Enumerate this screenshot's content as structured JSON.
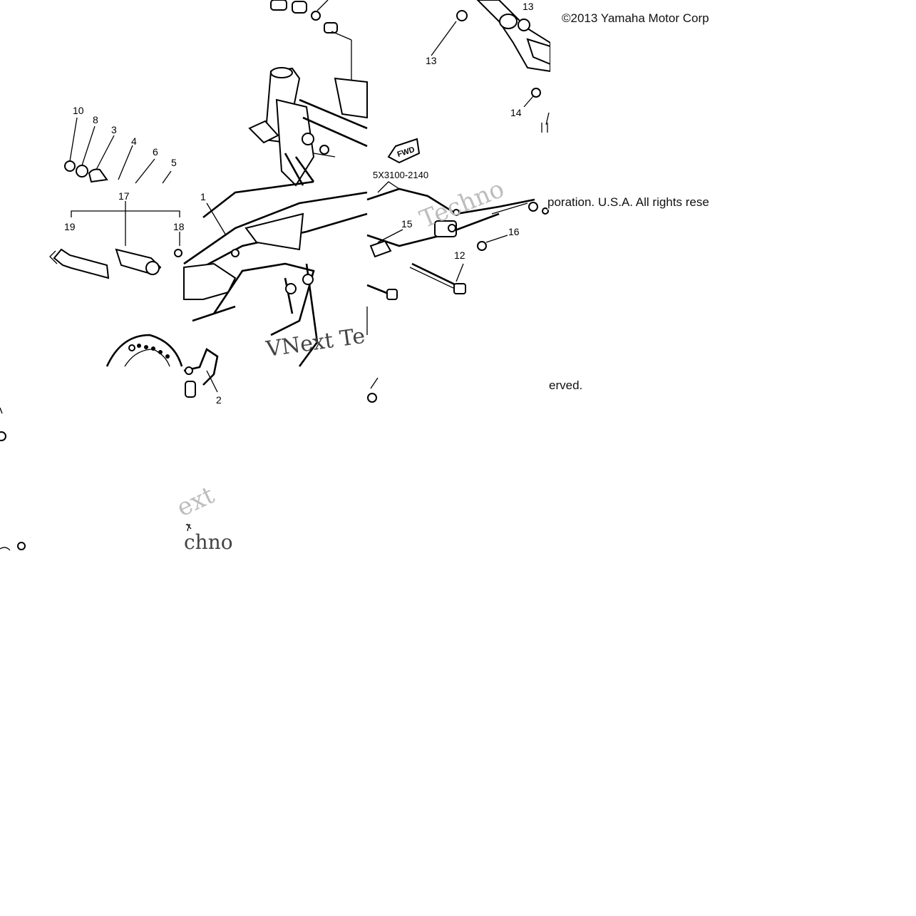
{
  "copyright": {
    "line1": "©2013 Yamaha Motor Corp",
    "line2": "poration. U.S.A. All rights rese",
    "line3": "erved."
  },
  "diagram_code": "5X3100-2140",
  "fwd_label": "FWD",
  "callouts": [
    "1",
    "2",
    "3",
    "4",
    "5",
    "6",
    "7",
    "8",
    "10",
    "12",
    "13",
    "13",
    "14",
    "15",
    "16",
    "17",
    "18",
    "19"
  ],
  "watermark": {
    "text_a": "VNext Te",
    "text_b": "Techno",
    "text_c": "ext",
    "text_d": "chno"
  }
}
